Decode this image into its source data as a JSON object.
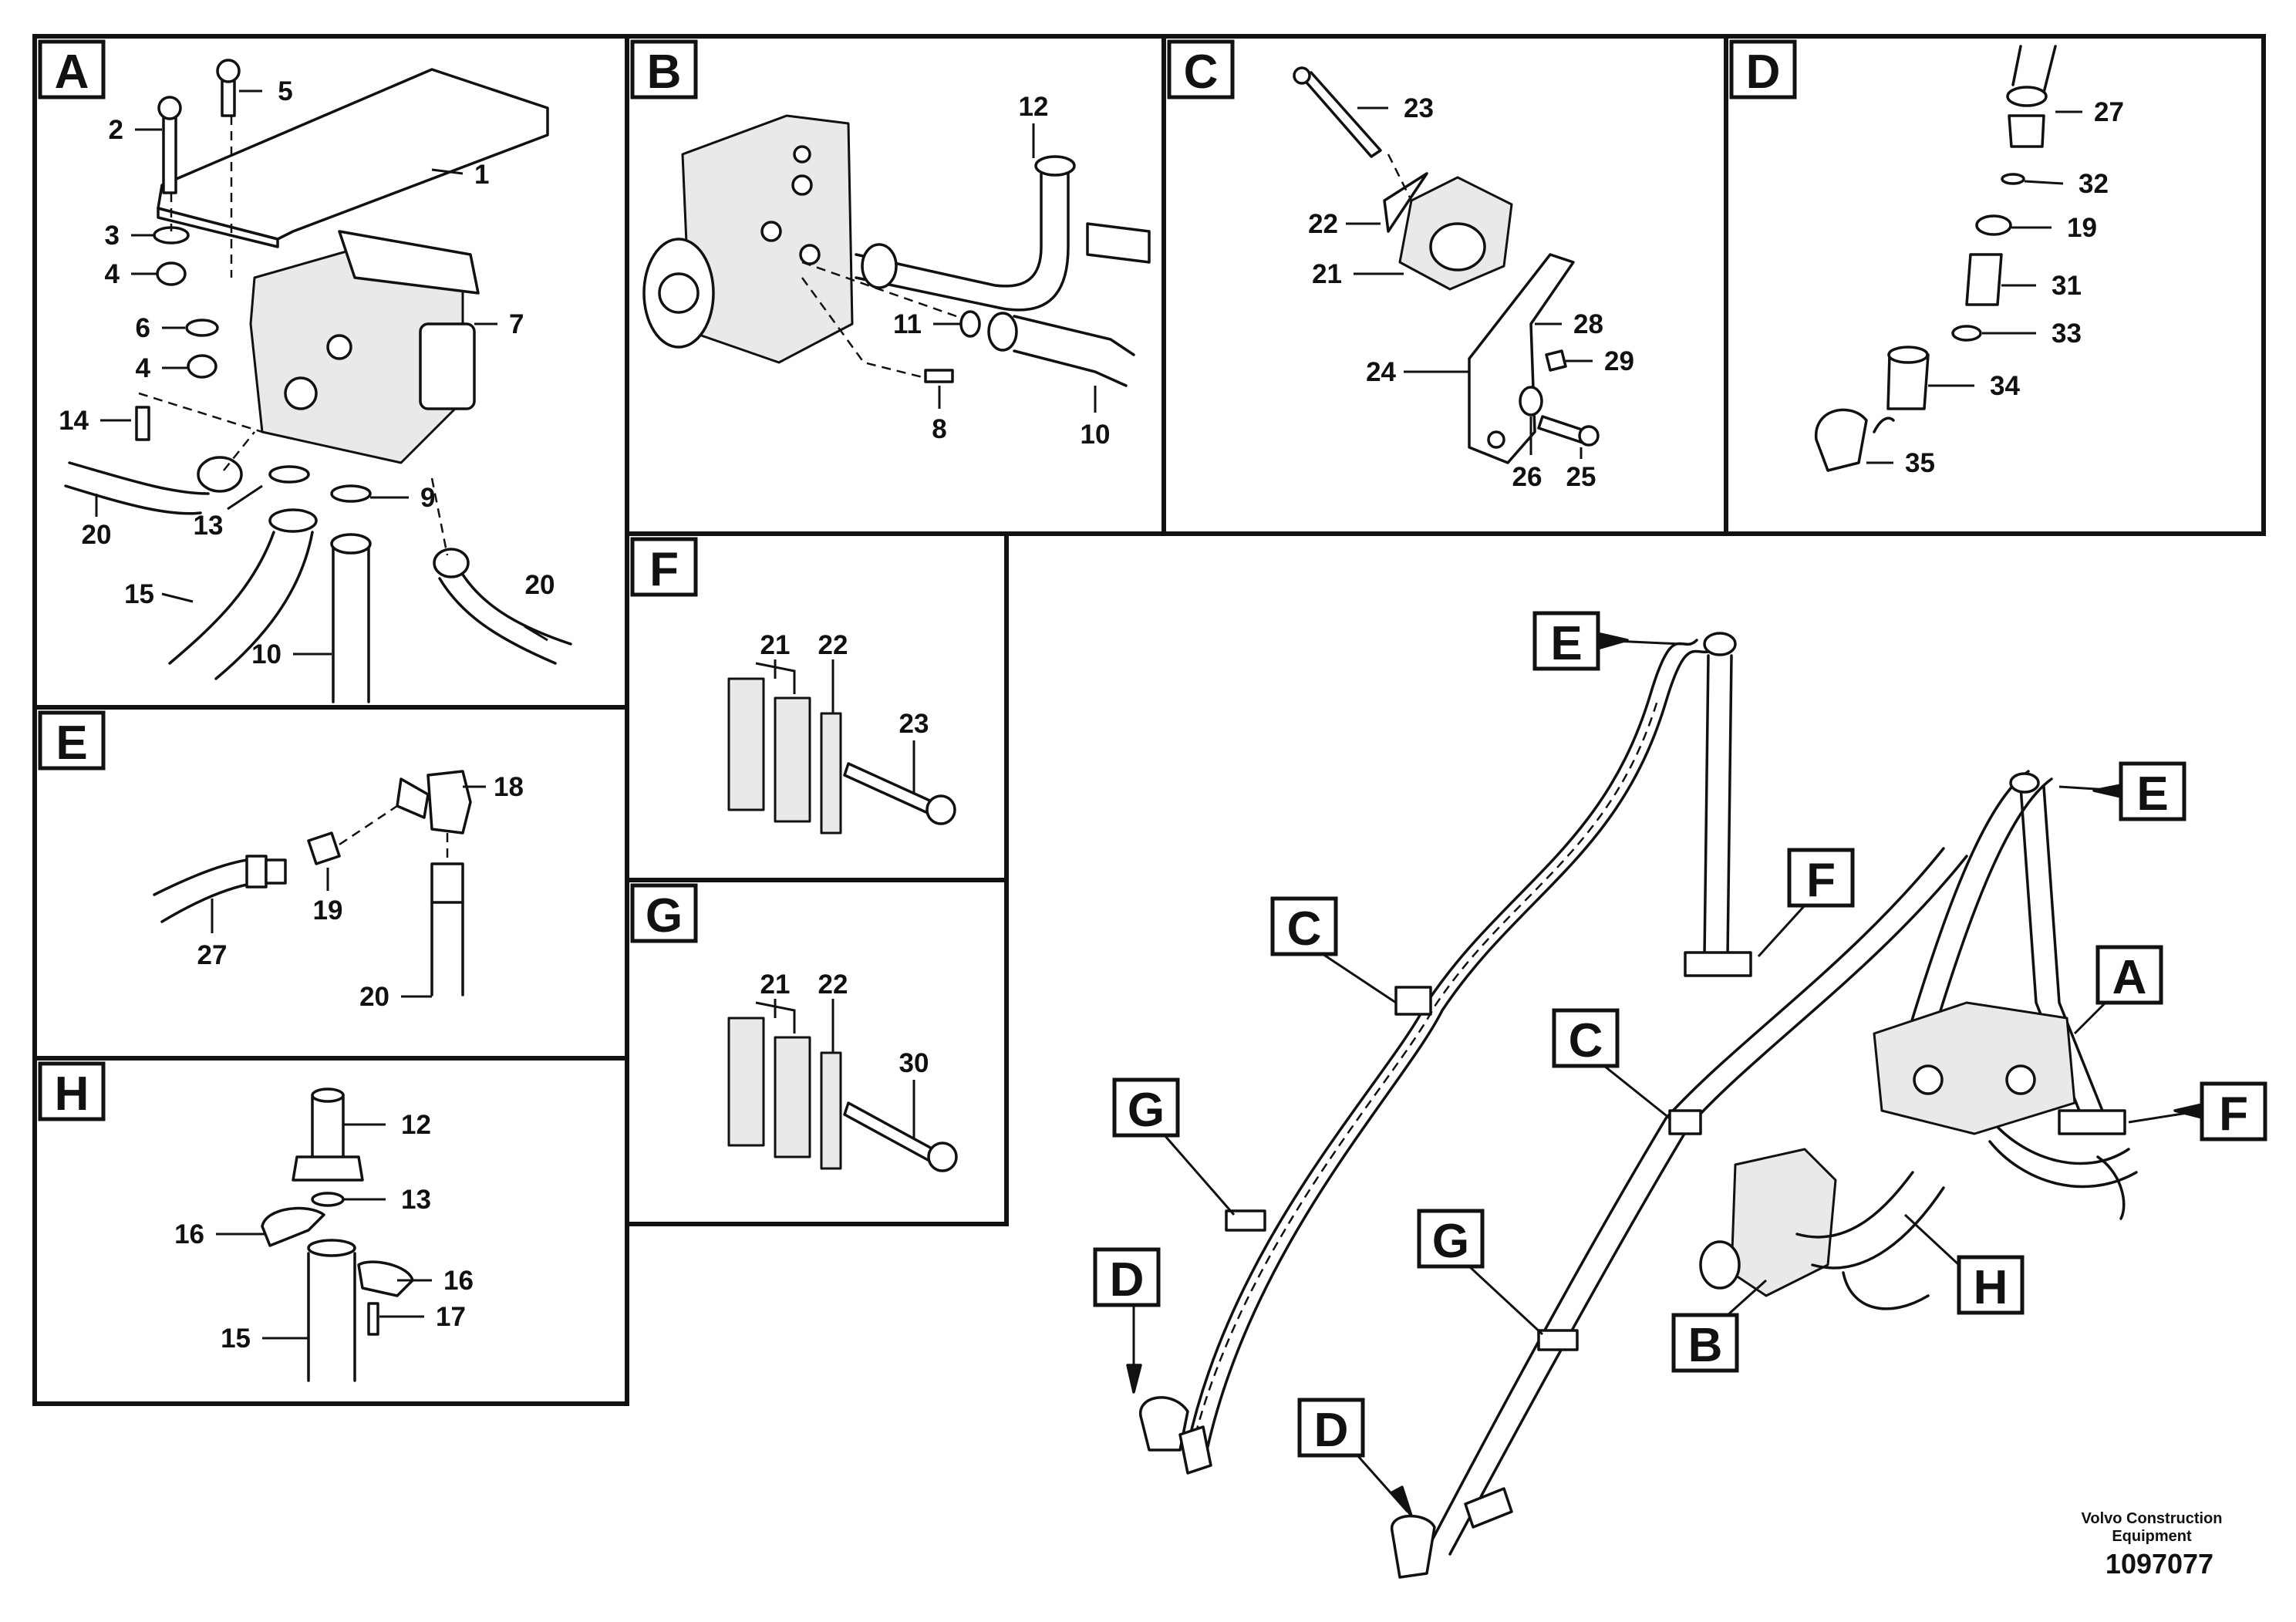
{
  "panels": {
    "A": {
      "label": "A",
      "callouts": [
        "1",
        "2",
        "3",
        "4",
        "4",
        "5",
        "6",
        "7",
        "9",
        "10",
        "13",
        "14",
        "15",
        "20",
        "20"
      ]
    },
    "B": {
      "label": "B",
      "callouts": [
        "8",
        "10",
        "11",
        "12"
      ]
    },
    "C": {
      "label": "C",
      "callouts": [
        "21",
        "22",
        "23",
        "24",
        "25",
        "26",
        "28",
        "29"
      ]
    },
    "D": {
      "label": "D",
      "callouts": [
        "19",
        "27",
        "31",
        "32",
        "33",
        "34",
        "35"
      ]
    },
    "E": {
      "label": "E",
      "callouts": [
        "18",
        "19",
        "20",
        "27"
      ]
    },
    "F": {
      "label": "F",
      "callouts": [
        "21",
        "22",
        "23"
      ]
    },
    "G": {
      "label": "G",
      "callouts": [
        "21",
        "22",
        "30"
      ]
    },
    "H": {
      "label": "H",
      "callouts": [
        "12",
        "13",
        "15",
        "16",
        "16",
        "17"
      ]
    }
  },
  "overview": {
    "tags": [
      "E",
      "E",
      "F",
      "F",
      "C",
      "C",
      "A",
      "G",
      "G",
      "D",
      "D",
      "B",
      "H"
    ]
  },
  "footer": {
    "brand_line1": "Volvo Construction",
    "brand_line2": "Equipment",
    "drawing_number": "1097077"
  }
}
